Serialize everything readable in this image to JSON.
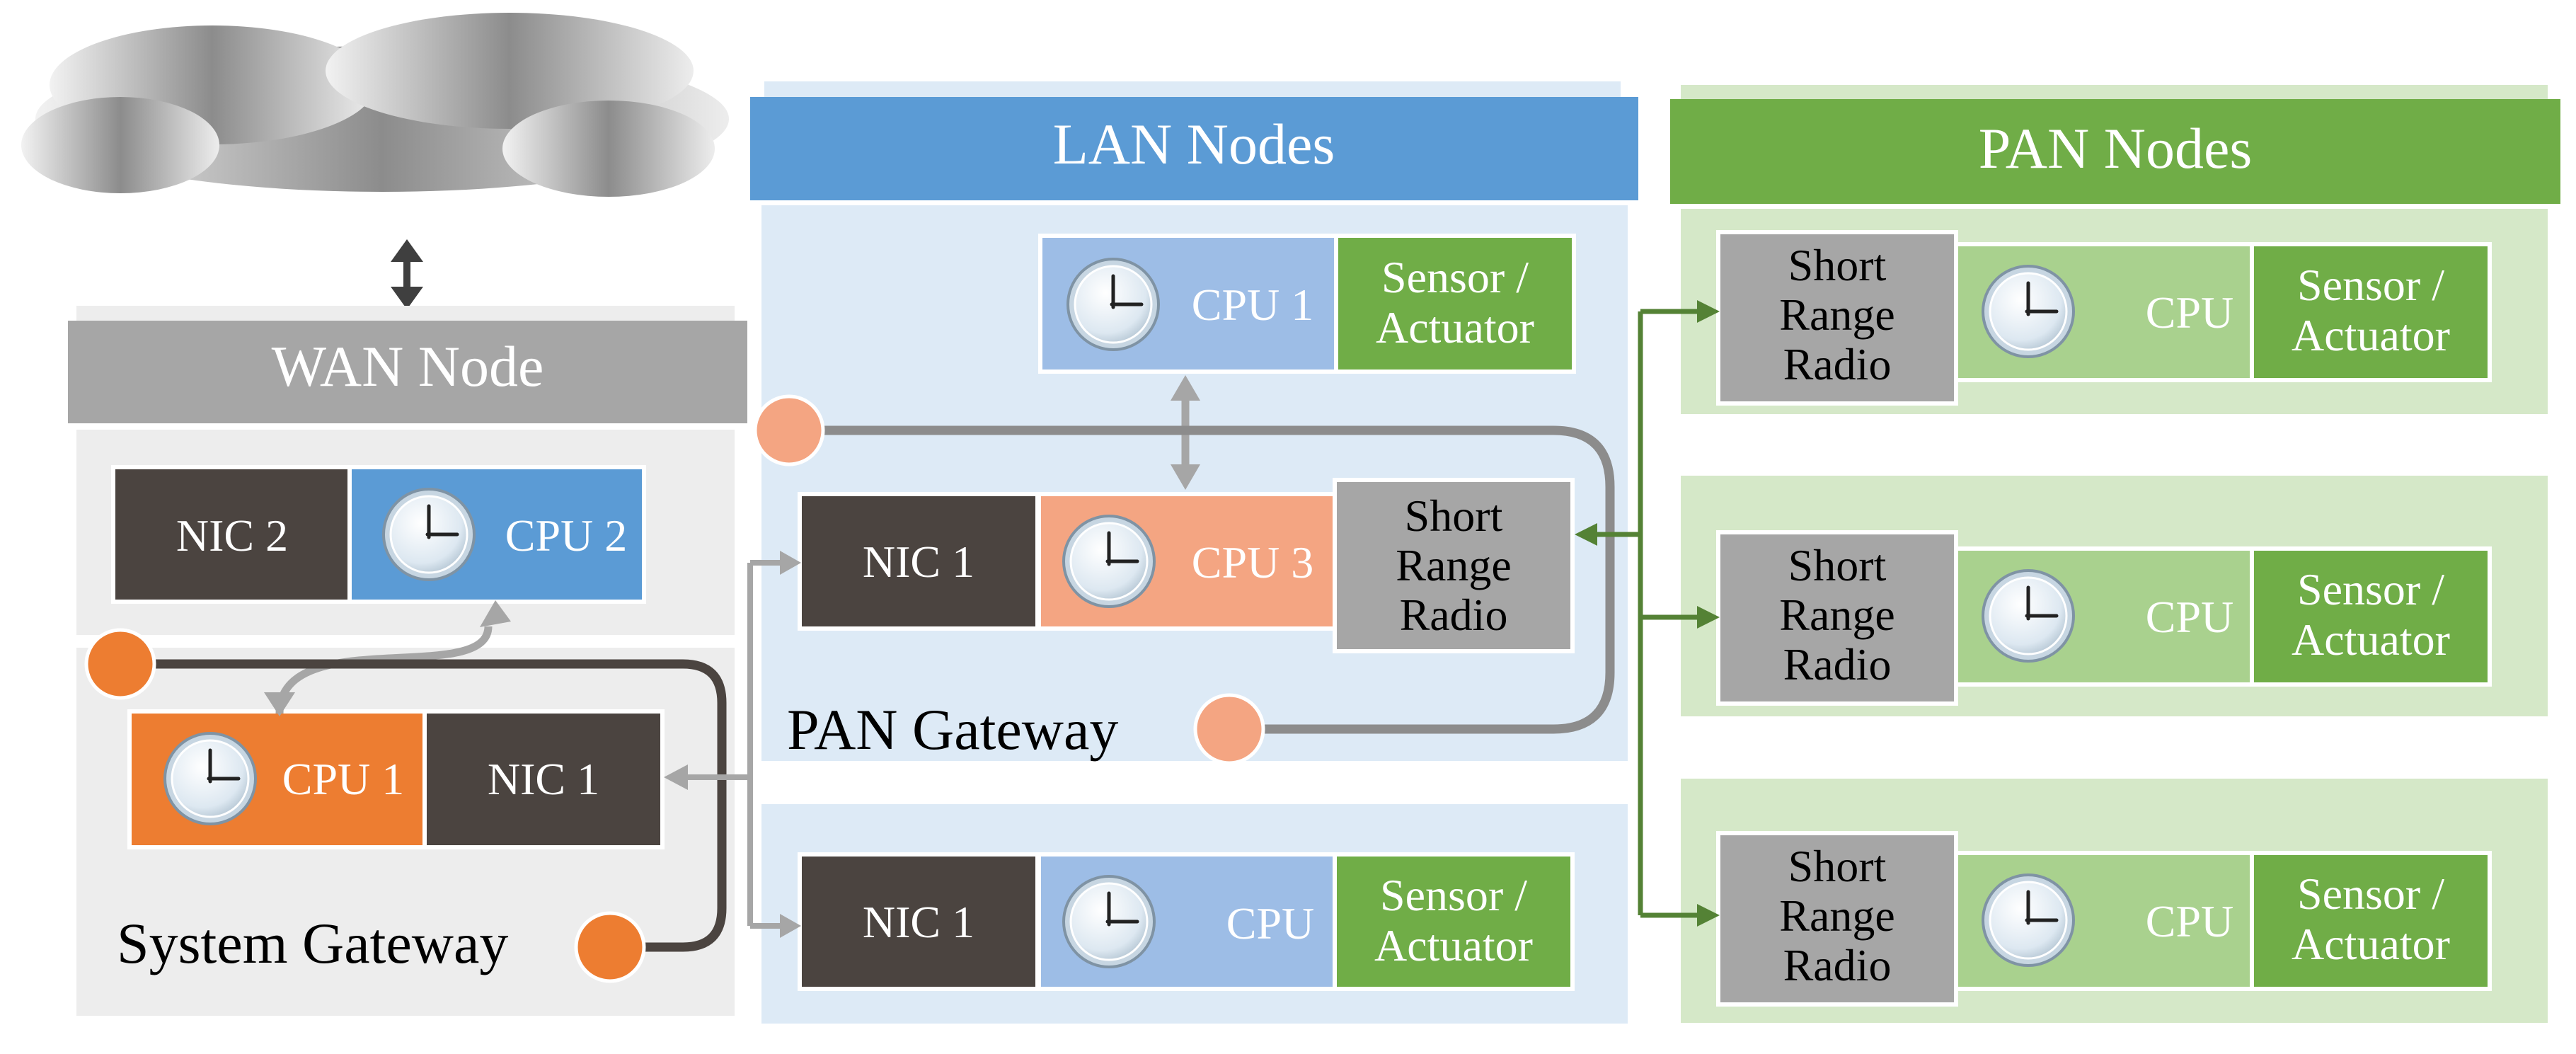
{
  "wan": {
    "header": "WAN Node",
    "nic2": "NIC 2",
    "cpu2": "CPU 2",
    "cpu1": "CPU 1",
    "nic1": "NIC 1",
    "gateway": "System Gateway"
  },
  "lan": {
    "header": "LAN Nodes",
    "top_cpu": "CPU 1",
    "top_sensor": [
      "Sensor /",
      "Actuator"
    ],
    "gw_nic": "NIC 1",
    "gw_cpu": "CPU 3",
    "gw_radio": [
      "Short",
      "Range",
      "Radio"
    ],
    "gateway": "PAN Gateway",
    "bottom_nic": "NIC 1",
    "bottom_cpu": "CPU",
    "bottom_sensor": [
      "Sensor /",
      "Actuator"
    ]
  },
  "pan": {
    "header": "PAN Nodes",
    "nodes": [
      {
        "radio": [
          "Short",
          "Range",
          "Radio"
        ],
        "cpu": "CPU",
        "sensor": [
          "Sensor /",
          "Actuator"
        ]
      },
      {
        "radio": [
          "Short",
          "Range",
          "Radio"
        ],
        "cpu": "CPU",
        "sensor": [
          "Sensor /",
          "Actuator"
        ]
      },
      {
        "radio": [
          "Short",
          "Range",
          "Radio"
        ],
        "cpu": "CPU",
        "sensor": [
          "Sensor /",
          "Actuator"
        ]
      }
    ]
  },
  "colors": {
    "wan_header": "#a6a6a6",
    "lan_header": "#5b9bd5",
    "pan_header": "#70ad47",
    "nic": "#4b4440",
    "sensor": "#70ad47",
    "radio": "#a6a6a6",
    "lan_cpu": "#9dbde6",
    "pan_cpu": "#a9d18e",
    "wan_cpu2": "#5b9bd5",
    "wan_cpu1": "#ed7d31",
    "pan_gw_cpu": "#f4a582"
  }
}
